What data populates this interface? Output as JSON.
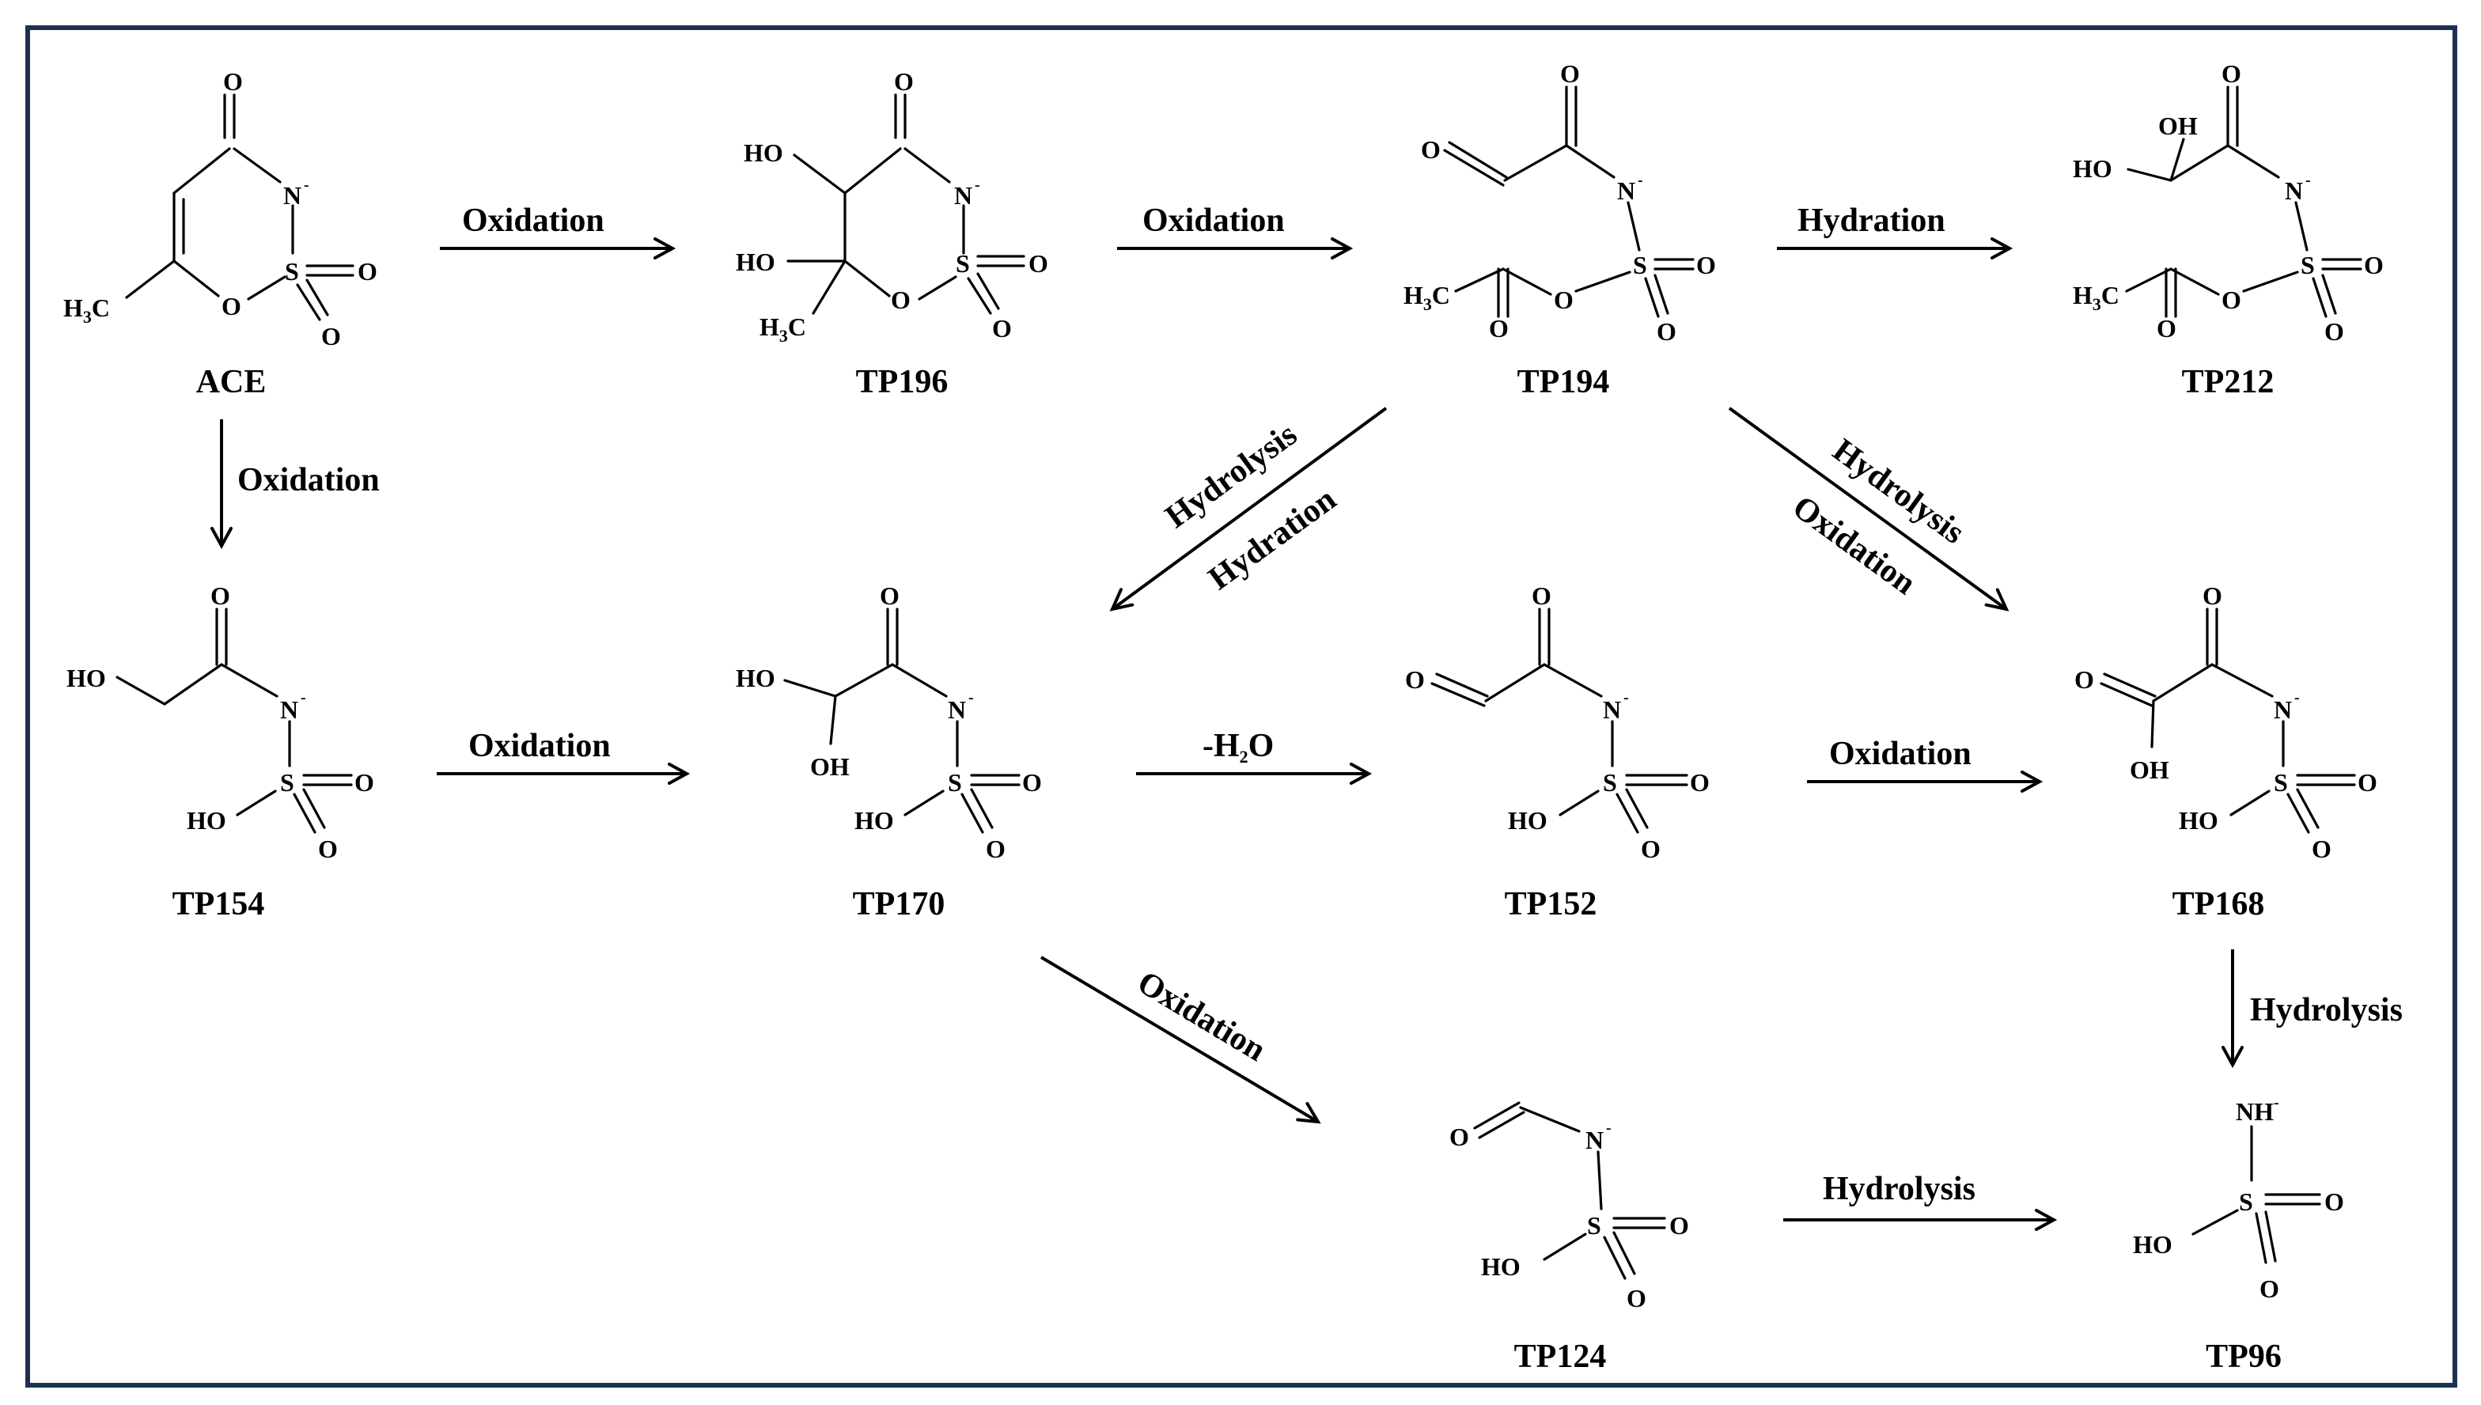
{
  "compounds": {
    "ace": "ACE",
    "tp196": "TP196",
    "tp194": "TP194",
    "tp212": "TP212",
    "tp154": "TP154",
    "tp170": "TP170",
    "tp152": "TP152",
    "tp168": "TP168",
    "tp124": "TP124",
    "tp96": "TP96"
  },
  "reactions": {
    "ace_to_tp196": "Oxidation",
    "tp196_to_tp194": "Oxidation",
    "tp194_to_tp212": "Hydration",
    "ace_to_tp154": "Oxidation",
    "tp194_to_tp170_a": "Hydrolysis",
    "tp194_to_tp170_b": "Hydration",
    "tp194_to_tp168_a": "Hydrolysis",
    "tp194_to_tp168_b": "Oxidation",
    "tp154_to_tp170": "Oxidation",
    "tp170_to_tp152": "-H2O",
    "tp152_to_tp168": "Oxidation",
    "tp168_to_tp96": "Hydrolysis",
    "tp170_to_tp124": "Oxidation",
    "tp124_to_tp96": "Hydrolysis"
  },
  "atoms": {
    "O": "O",
    "N": "N",
    "S": "S",
    "HO": "HO",
    "OH": "OH",
    "H": "H",
    "C": "C",
    "sub3": "3",
    "sub2": "2",
    "minus": "-",
    "NH": "NH"
  },
  "colors": {
    "frame": "#1c3150",
    "ink": "#000000"
  }
}
